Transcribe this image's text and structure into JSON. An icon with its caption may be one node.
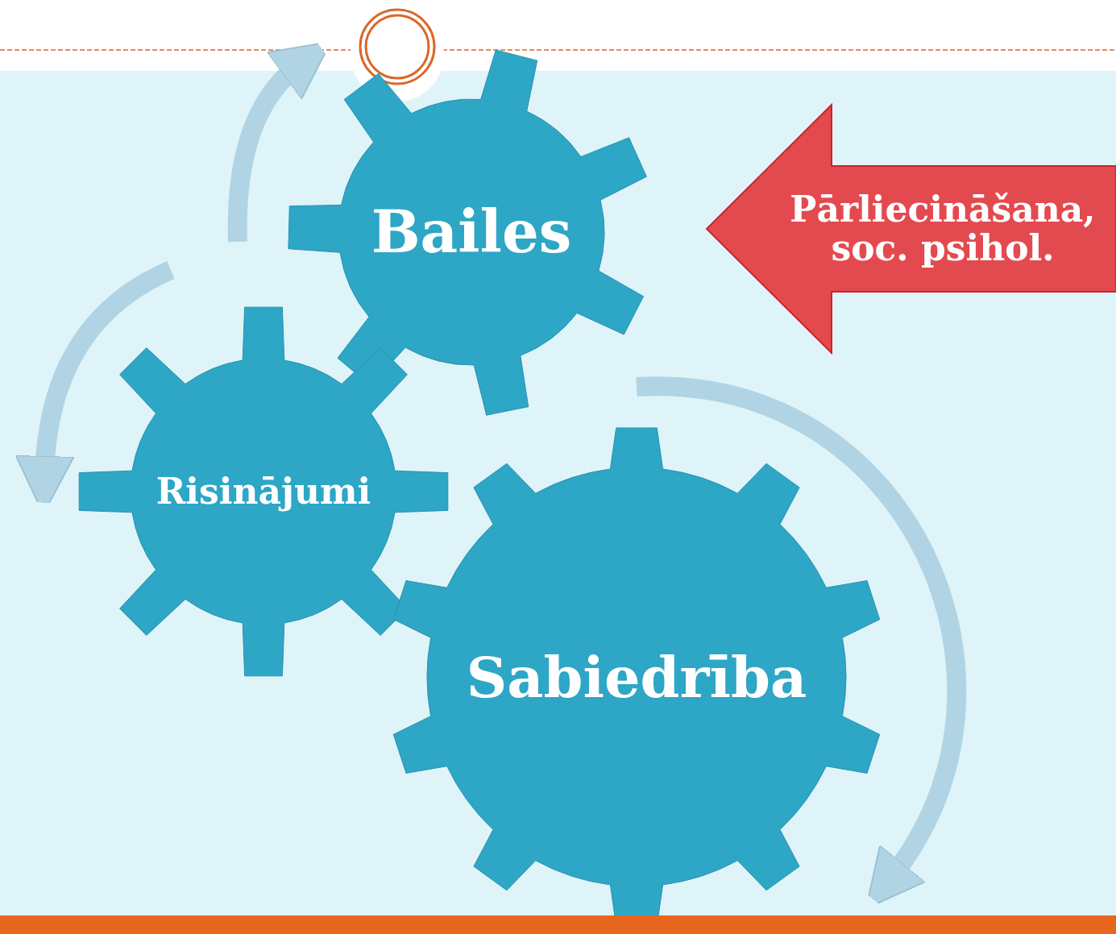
{
  "diagram": {
    "nodes": [
      {
        "text": [
          "Bailes"
        ]
      },
      {
        "text": [
          "Pārliecināšana, soc. psihol."
        ]
      },
      {
        "text": [
          "Risinājumi"
        ]
      },
      {
        "text": [
          "Sabiedrība"
        ]
      }
    ]
  }
}
